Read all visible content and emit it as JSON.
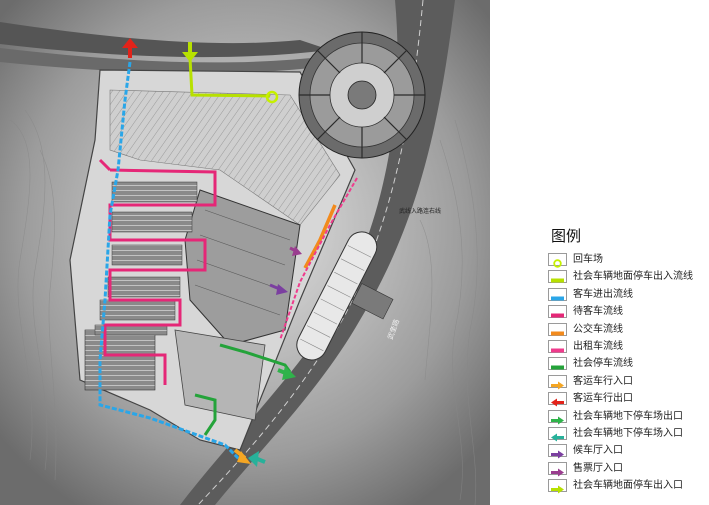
{
  "legend": {
    "title": "图例",
    "items": [
      {
        "label": "回车场",
        "color": "#c6f000",
        "symbol": "ring"
      },
      {
        "label": "社会车辆地面停车出入流线",
        "color": "#b7e000",
        "symbol": "bar"
      },
      {
        "label": "客车进出流线",
        "color": "#2aa6e8",
        "symbol": "bar"
      },
      {
        "label": "待客车流线",
        "color": "#e52777",
        "symbol": "bar"
      },
      {
        "label": "公交车流线",
        "color": "#f28a1c",
        "symbol": "bar"
      },
      {
        "label": "出租车流线",
        "color": "#ef3b8c",
        "symbol": "bar"
      },
      {
        "label": "社会停车流线",
        "color": "#24a33a",
        "symbol": "bar"
      },
      {
        "label": "客运车行入口",
        "color": "#f5a623",
        "symbol": "arrow-right"
      },
      {
        "label": "客运车行出口",
        "color": "#e2231a",
        "symbol": "arrow-left"
      },
      {
        "label": "社会车辆地下停车场出口",
        "color": "#2fb34a",
        "symbol": "arrow-right"
      },
      {
        "label": "社会车辆地下停车场入口",
        "color": "#27b19a",
        "symbol": "arrow-left"
      },
      {
        "label": "候车厅入口",
        "color": "#7b3fa0",
        "symbol": "arrow-right"
      },
      {
        "label": "售票厅入口",
        "color": "#9a3d8f",
        "symbol": "arrow-right"
      },
      {
        "label": "社会车辆地面停车出入口",
        "color": "#b7e000",
        "symbol": "arrow-right"
      }
    ]
  },
  "map": {
    "road_label_east": "武奎路",
    "road_label_top": "武线入路连右线"
  }
}
